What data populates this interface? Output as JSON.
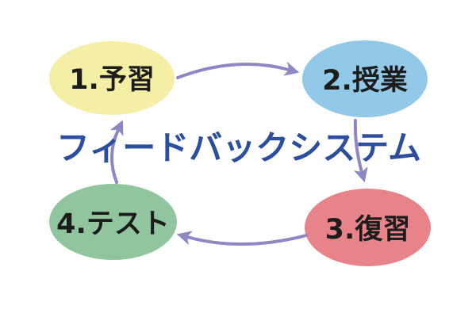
{
  "diagram": {
    "title": "フィードバックシステム",
    "colors": {
      "title_text": "#2B4F9E",
      "arrow": "#8D87C6",
      "node_text": "#1C1C1C",
      "background": "#FFFFFF",
      "node_yellow": "#F4EFA5",
      "node_blue": "#92C9E8",
      "node_red": "#E8838A",
      "node_green": "#90C59E"
    },
    "nodes": [
      {
        "id": "preparation",
        "label": "1.予習",
        "fill": "#F4EFA5",
        "position": "top-left"
      },
      {
        "id": "class",
        "label": "2.授業",
        "fill": "#92C9E8",
        "position": "top-right"
      },
      {
        "id": "review",
        "label": "3.復習",
        "fill": "#E8838A",
        "position": "bottom-right"
      },
      {
        "id": "test",
        "label": "4.テスト",
        "fill": "#90C59E",
        "position": "bottom-left"
      }
    ],
    "edges": [
      {
        "from": "1.予習",
        "to": "2.授業"
      },
      {
        "from": "2.授業",
        "to": "3.復習"
      },
      {
        "from": "3.復習",
        "to": "4.テスト"
      },
      {
        "from": "4.テスト",
        "to": "1.予習"
      }
    ],
    "flow_type": "cycle"
  }
}
